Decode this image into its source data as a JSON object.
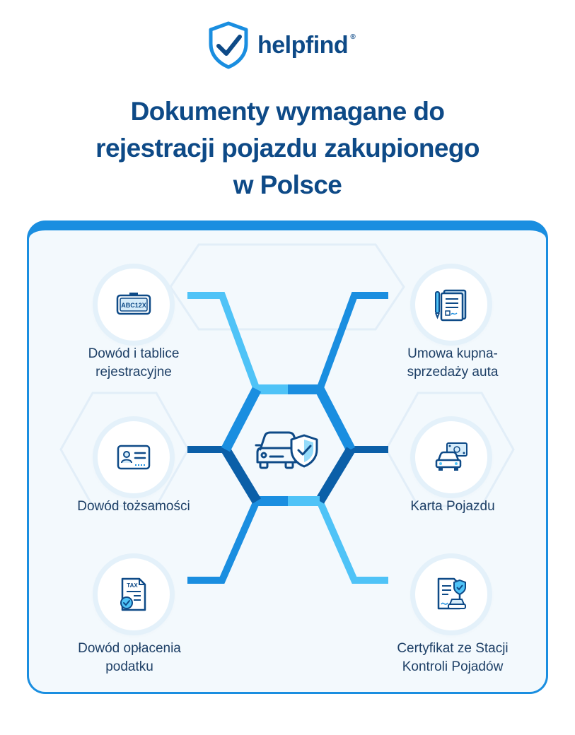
{
  "brand": {
    "name": "helpfind",
    "registered": "®"
  },
  "title": {
    "line1": "Dokumenty wymagane do",
    "line2": "rejestracji pojazdu zakupionego",
    "line3": "w Polsce"
  },
  "colors": {
    "primary": "#0e4a87",
    "accent": "#1a8ee0",
    "light_accent": "#4fc3f7",
    "dark_accent": "#0b5fa8"
  },
  "center": {
    "icon": "car-shield-icon"
  },
  "documents": {
    "left": [
      {
        "icon": "license-plate-icon",
        "line1": "Dowód i tablice",
        "line2": "rejestracyjne"
      },
      {
        "icon": "id-card-icon",
        "line1": "Dowód tożsamości",
        "line2": ""
      },
      {
        "icon": "tax-document-icon",
        "line1": "Dowód opłacenia",
        "line2": "podatku"
      }
    ],
    "right": [
      {
        "icon": "contract-icon",
        "line1": "Umowa kupna-",
        "line2": "sprzedaży auta"
      },
      {
        "icon": "car-card-icon",
        "line1": "Karta Pojazdu",
        "line2": ""
      },
      {
        "icon": "inspection-certificate-icon",
        "line1": "Certyfikat ze Stacji",
        "line2": "Kontroli Pojadów"
      }
    ]
  }
}
